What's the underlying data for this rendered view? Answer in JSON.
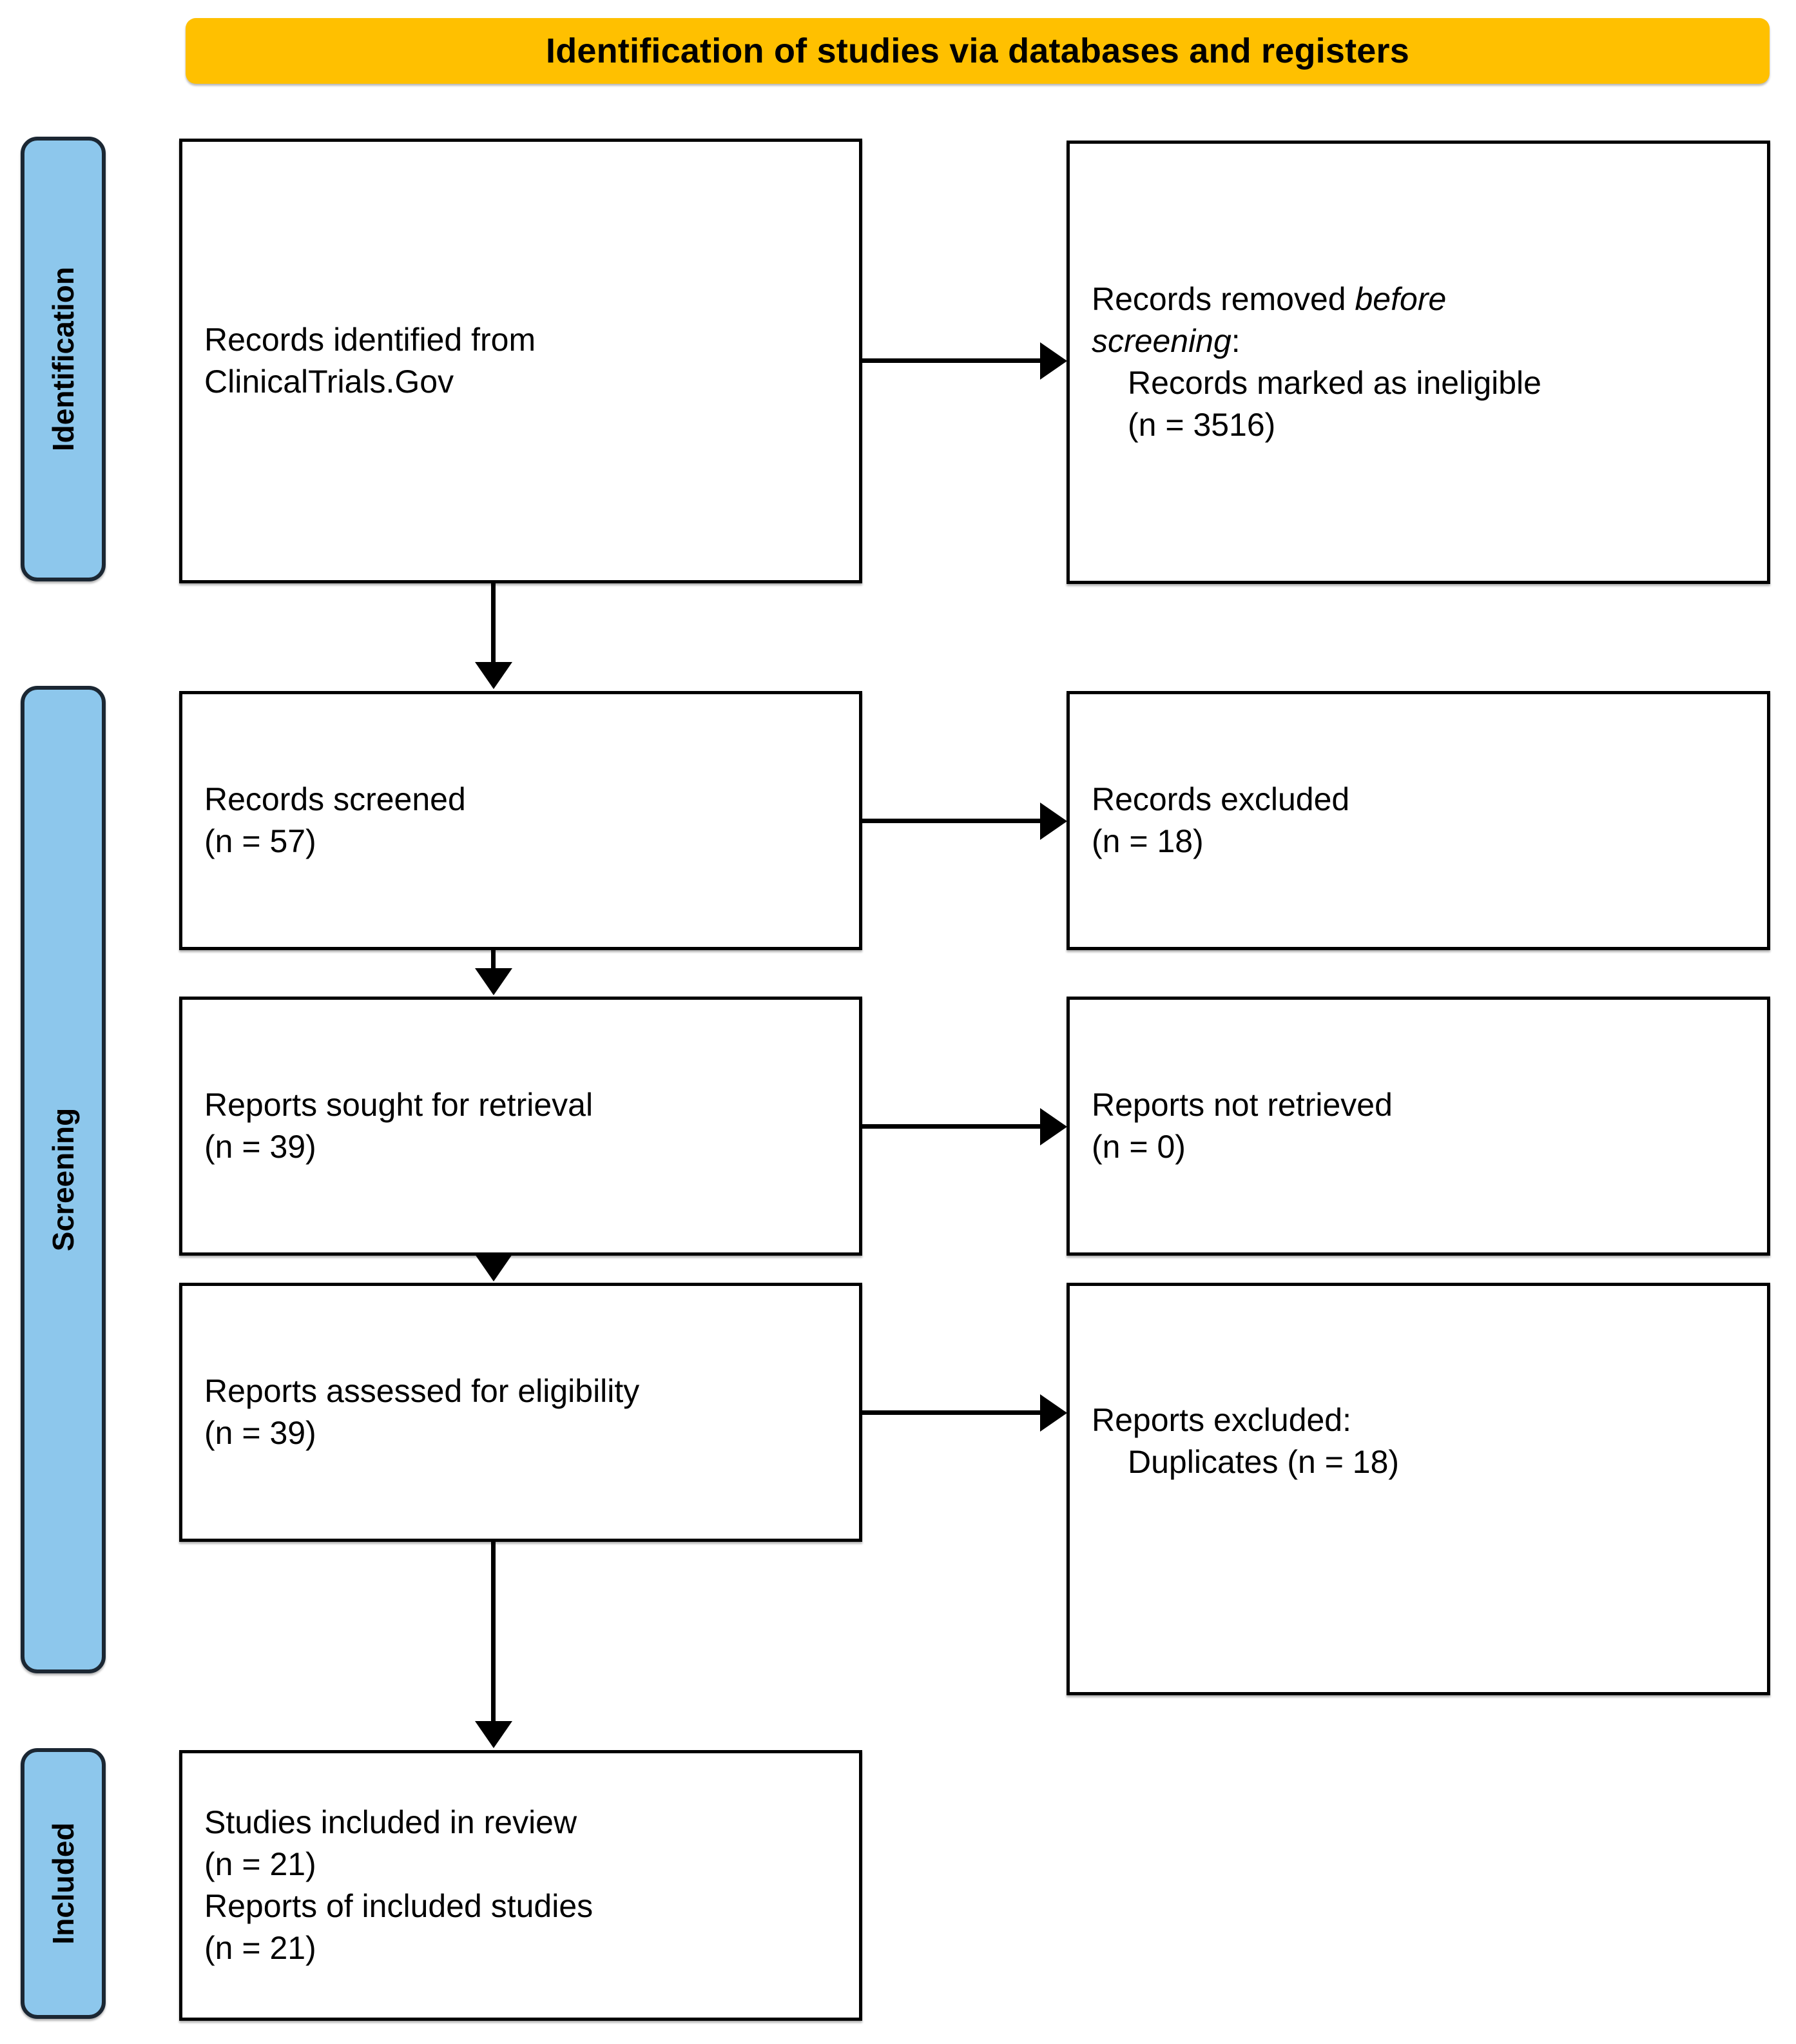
{
  "header": {
    "title": "Identification of studies via databases and registers"
  },
  "stages": [
    {
      "id": "identification",
      "label": "Identification"
    },
    {
      "id": "screening",
      "label": "Screening"
    },
    {
      "id": "included",
      "label": "Included"
    }
  ],
  "boxes": {
    "identified": {
      "line1": "Records identified from",
      "line2": "ClinicalTrials.Gov"
    },
    "removed": {
      "line1_pre": "Records removed ",
      "line1_em": "before",
      "line2_em": "screening",
      "line2_post": ":",
      "line3": "Records marked as ineligible",
      "line4": "(n = 3516)"
    },
    "screened": {
      "line1": "Records screened",
      "line2": "(n = 57)"
    },
    "excluded_records": {
      "line1": "Records excluded",
      "line2": "(n = 18)"
    },
    "sought": {
      "line1": "Reports sought for retrieval",
      "line2": "(n = 39)"
    },
    "not_retrieved": {
      "line1": "Reports not retrieved",
      "line2": "(n = 0)"
    },
    "assessed": {
      "line1": "Reports assessed for eligibility",
      "line2": "(n = 39)"
    },
    "excluded_reports": {
      "line1": "Reports excluded:",
      "line2": "Duplicates (n = 18)"
    },
    "included": {
      "line1": "Studies included in review",
      "line2": "(n = 21)",
      "line3": "Reports of included studies",
      "line4": "(n = 21)"
    }
  },
  "colors": {
    "header_banner": "#FFC000",
    "stage_bar": "#8DC7EC",
    "stage_bar_border": "#1B2733",
    "box_border": "#000000",
    "connector": "#000000",
    "text": "#000000",
    "background": "#FFFFFF"
  },
  "chart_data": {
    "type": "diagram",
    "title": "Identification of studies via databases and registers",
    "diagram_kind": "PRISMA 2020 flow diagram",
    "stages": [
      "Identification",
      "Screening",
      "Included"
    ],
    "nodes": [
      {
        "id": "identified",
        "stage": "Identification",
        "column": "left",
        "label": "Records identified from ClinicalTrials.Gov",
        "n": null
      },
      {
        "id": "removed",
        "stage": "Identification",
        "column": "right",
        "label": "Records removed before screening: Records marked as ineligible",
        "n": 3516
      },
      {
        "id": "screened",
        "stage": "Screening",
        "column": "left",
        "label": "Records screened",
        "n": 57
      },
      {
        "id": "excluded_records",
        "stage": "Screening",
        "column": "right",
        "label": "Records excluded",
        "n": 18
      },
      {
        "id": "sought",
        "stage": "Screening",
        "column": "left",
        "label": "Reports sought for retrieval",
        "n": 39
      },
      {
        "id": "not_retrieved",
        "stage": "Screening",
        "column": "right",
        "label": "Reports not retrieved",
        "n": 0
      },
      {
        "id": "assessed",
        "stage": "Screening",
        "column": "left",
        "label": "Reports assessed for eligibility",
        "n": 39
      },
      {
        "id": "excluded_reports",
        "stage": "Screening",
        "column": "right",
        "label": "Reports excluded: Duplicates",
        "n": 18
      },
      {
        "id": "studies_included",
        "stage": "Included",
        "column": "left",
        "label": "Studies included in review",
        "n": 21
      },
      {
        "id": "reports_included",
        "stage": "Included",
        "column": "left",
        "label": "Reports of included studies",
        "n": 21
      }
    ],
    "edges": [
      {
        "from": "identified",
        "to": "removed",
        "direction": "horizontal"
      },
      {
        "from": "identified",
        "to": "screened",
        "direction": "vertical"
      },
      {
        "from": "screened",
        "to": "excluded_records",
        "direction": "horizontal"
      },
      {
        "from": "screened",
        "to": "sought",
        "direction": "vertical"
      },
      {
        "from": "sought",
        "to": "not_retrieved",
        "direction": "horizontal"
      },
      {
        "from": "sought",
        "to": "assessed",
        "direction": "vertical"
      },
      {
        "from": "assessed",
        "to": "excluded_reports",
        "direction": "horizontal"
      },
      {
        "from": "assessed",
        "to": "studies_included",
        "direction": "vertical"
      }
    ]
  }
}
